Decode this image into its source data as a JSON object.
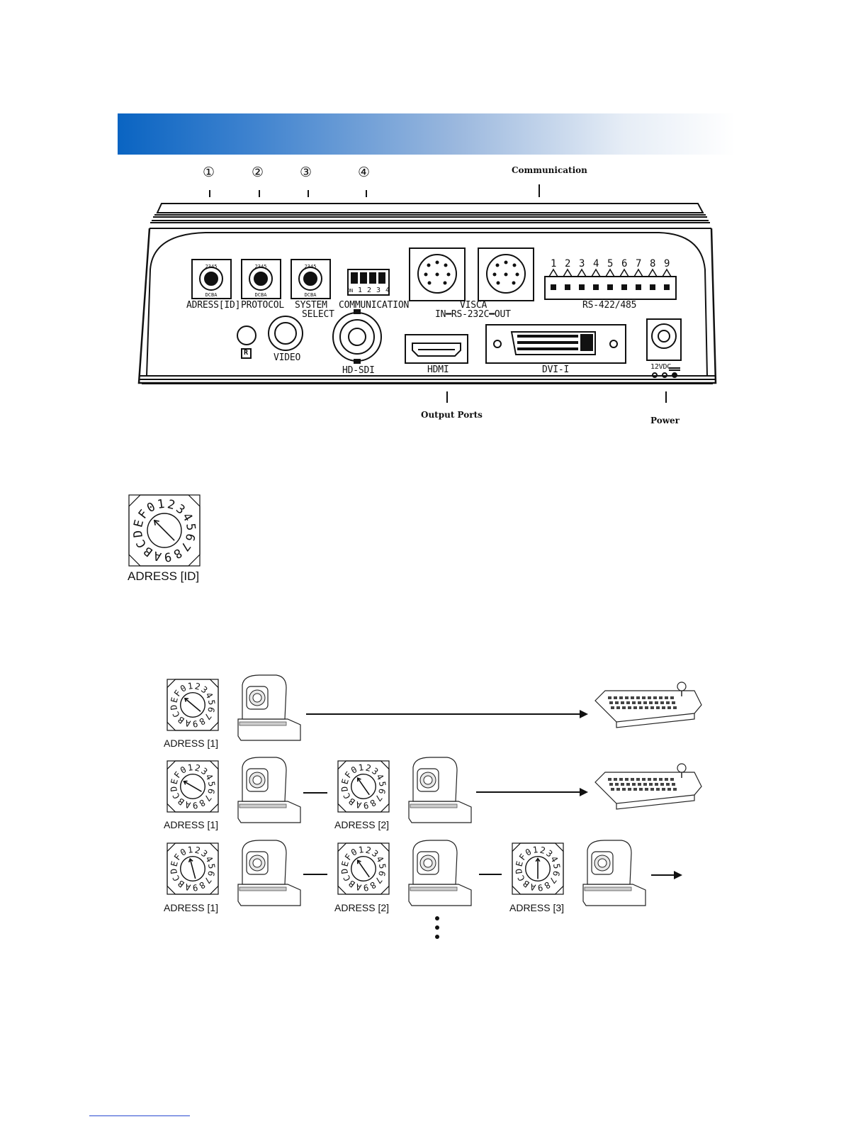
{
  "callouts": {
    "n1": "①",
    "n2": "②",
    "n3": "③",
    "n4": "④",
    "communication": "Communication",
    "output_ports": "Output Ports",
    "power": "Power"
  },
  "panel": {
    "adress_id": "ADRESS[ID]",
    "protocol": "PROTOCOL",
    "system": "SYSTEM",
    "select": "SELECT",
    "communication": "COMMUNICATION",
    "dip_on": "ON",
    "dip_numbers": [
      "1",
      "2",
      "3",
      "4"
    ],
    "visca": "VISCA",
    "rs232": "IN━RS-232C━OUT",
    "rs422_numbers": [
      "1",
      "2",
      "3",
      "4",
      "5",
      "6",
      "7",
      "8",
      "9"
    ],
    "rs422": "RS-422/485",
    "ir": "R",
    "video": "VIDEO",
    "hdsdi": "HD-SDI",
    "hdmi": "HDMI",
    "dvi": "DVI-I",
    "power_12v": "12VDC"
  },
  "big_dial": {
    "caption": "ADRESS [ID]"
  },
  "dial_chars": [
    "0",
    "1",
    "2",
    "3",
    "4",
    "5",
    "6",
    "7",
    "8",
    "9",
    "A",
    "B",
    "C",
    "D",
    "E",
    "F"
  ],
  "chain": {
    "row1": [
      "ADRESS [1]"
    ],
    "row2": [
      "ADRESS [1]",
      "ADRESS [2]"
    ],
    "row3": [
      "ADRESS [1]",
      "ADRESS [2]",
      "ADRESS [3]"
    ]
  }
}
